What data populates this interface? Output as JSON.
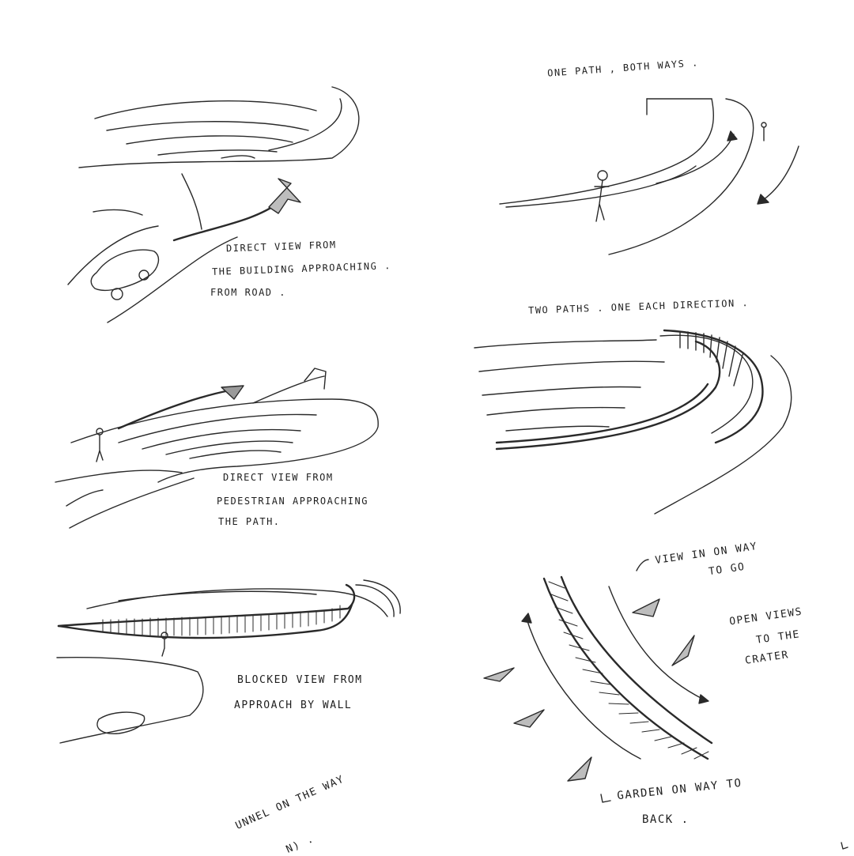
{
  "annotations": {
    "one_path": "ONE PATH , BOTH WAYS .",
    "direct_building_1": "DIRECT VIEW FROM",
    "direct_building_2": "THE BUILDING APPROACHING .",
    "direct_building_3": "FROM ROAD .",
    "two_paths": "TWO PATHS . ONE EACH DIRECTION .",
    "direct_ped_1": "DIRECT VIEW FROM",
    "direct_ped_2": "PEDESTRIAN APPROACHING",
    "direct_ped_3": "THE PATH.",
    "view_in_1": "VIEW IN ON WAY",
    "view_in_2": "TO GO",
    "open_views_1": "OPEN VIEWS",
    "open_views_2": "TO THE",
    "open_views_3": "CRATER",
    "blocked_1": "BLOCKED VIEW FROM",
    "blocked_2": "APPROACH BY WALL",
    "garden_1": "GARDEN ON WAY TO",
    "garden_2": "BACK .",
    "funnel_1": "UNNEL ON THE WAY",
    "funnel_2": "N) ."
  }
}
